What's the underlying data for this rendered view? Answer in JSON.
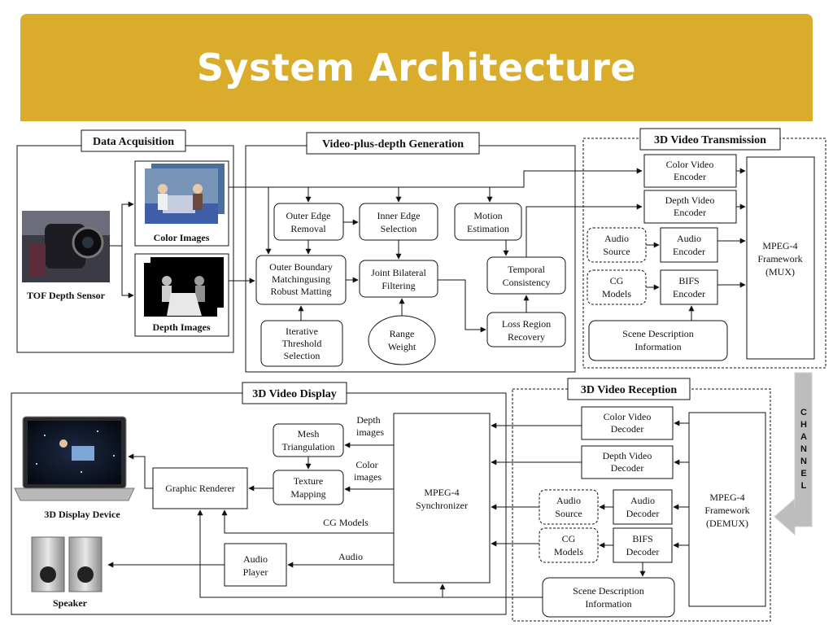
{
  "title": "System Architecture",
  "sections": {
    "acquisition": "Data Acquisition",
    "generation": "Video-plus-depth Generation",
    "transmission": "3D Video Transmission",
    "display": "3D Video Display",
    "reception": "3D Video Reception"
  },
  "acquisition": {
    "sensor_label": "TOF Depth Sensor",
    "color_label": "Color Images",
    "depth_label": "Depth Images"
  },
  "generation": {
    "outer_edge": [
      "Outer Edge",
      "Removal"
    ],
    "inner_edge": [
      "Inner Edge",
      "Selection"
    ],
    "motion": [
      "Motion",
      "Estimation"
    ],
    "outer_boundary": [
      "Outer Boundary",
      "Matchingusing",
      "Robust Matting"
    ],
    "joint_bilateral": [
      "Joint Bilateral",
      "Filtering"
    ],
    "temporal": [
      "Temporal",
      "Consistency"
    ],
    "iterative": [
      "Iterative",
      "Threshold",
      "Selection"
    ],
    "range_weight": [
      "Range",
      "Weight"
    ],
    "loss_region": [
      "Loss Region",
      "Recovery"
    ]
  },
  "transmission": {
    "color_encoder": [
      "Color Video",
      "Encoder"
    ],
    "depth_encoder": [
      "Depth Video",
      "Encoder"
    ],
    "audio_source": [
      "Audio",
      "Source"
    ],
    "audio_encoder": [
      "Audio",
      "Encoder"
    ],
    "cg_models": [
      "CG",
      "Models"
    ],
    "bifs_encoder": [
      "BIFS",
      "Encoder"
    ],
    "scene_desc": [
      "Scene Description",
      "Information"
    ],
    "mux": [
      "MPEG-4",
      "Framework",
      "(MUX)"
    ]
  },
  "channel": [
    "C",
    "H",
    "A",
    "N",
    "N",
    "E",
    "L"
  ],
  "reception": {
    "color_decoder": [
      "Color Video",
      "Decoder"
    ],
    "depth_decoder": [
      "Depth Video",
      "Decoder"
    ],
    "audio_source": [
      "Audio",
      "Source"
    ],
    "audio_decoder": [
      "Audio",
      "Decoder"
    ],
    "cg_models": [
      "CG",
      "Models"
    ],
    "bifs_decoder": [
      "BIFS",
      "Decoder"
    ],
    "scene_desc": [
      "Scene Description",
      "Information"
    ],
    "demux": [
      "MPEG-4",
      "Framework",
      "(DEMUX)"
    ]
  },
  "display": {
    "mesh": [
      "Mesh",
      "Triangulation"
    ],
    "texture": [
      "Texture",
      "Mapping"
    ],
    "renderer": "Graphic Renderer",
    "synchronizer": [
      "MPEG-4",
      "Synchronizer"
    ],
    "audio_player": [
      "Audio",
      "Player"
    ],
    "device_label": "3D Display Device",
    "speaker_label": "Speaker",
    "depth_images_label": [
      "Depth",
      "images"
    ],
    "color_images_label": [
      "Color",
      "images"
    ],
    "cg_models_label": "CG Models",
    "audio_label": "Audio"
  },
  "colors": {
    "accent": "#D9AC2B",
    "channel": "#BDBDBD"
  }
}
